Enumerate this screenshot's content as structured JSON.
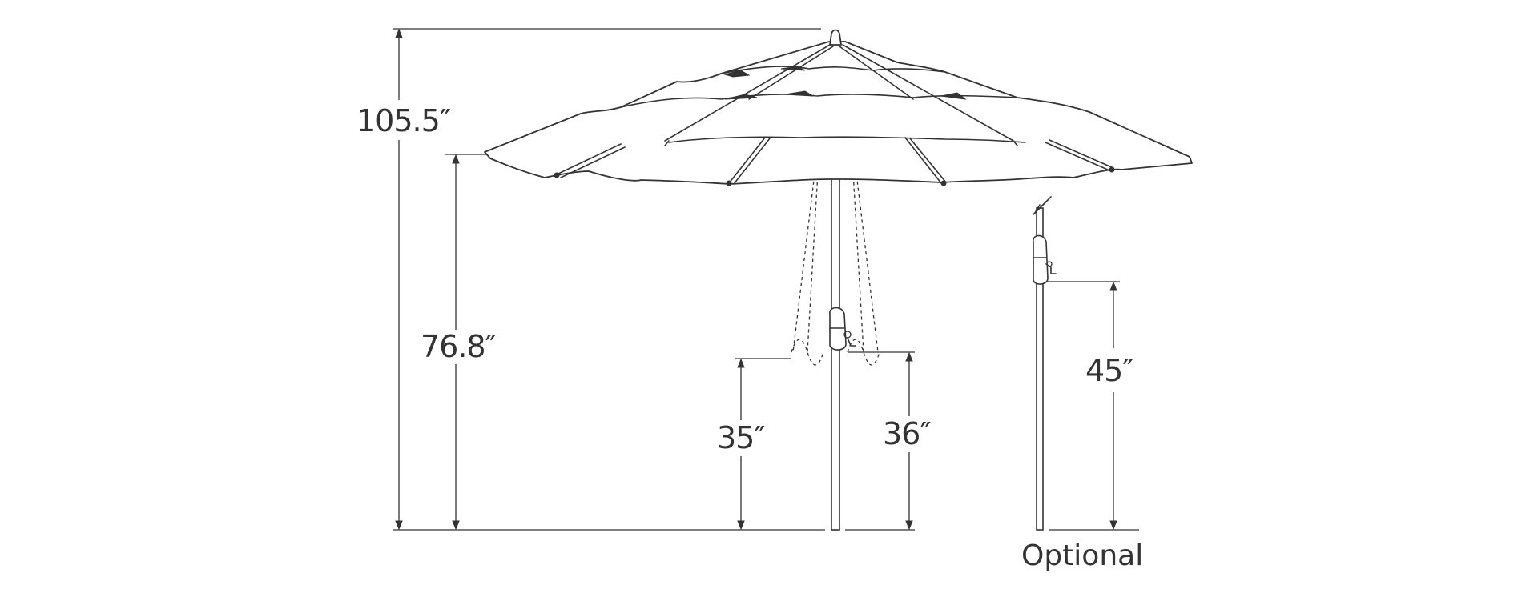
{
  "dimensions": {
    "overall_height": "105.5″",
    "rib_height": "76.8″",
    "crank_height_left": "35″",
    "crank_height_right": "36″",
    "optional_crank_height": "45″"
  },
  "labels": {
    "optional": "Optional"
  },
  "colors": {
    "line": "#333333",
    "background": "#ffffff"
  }
}
